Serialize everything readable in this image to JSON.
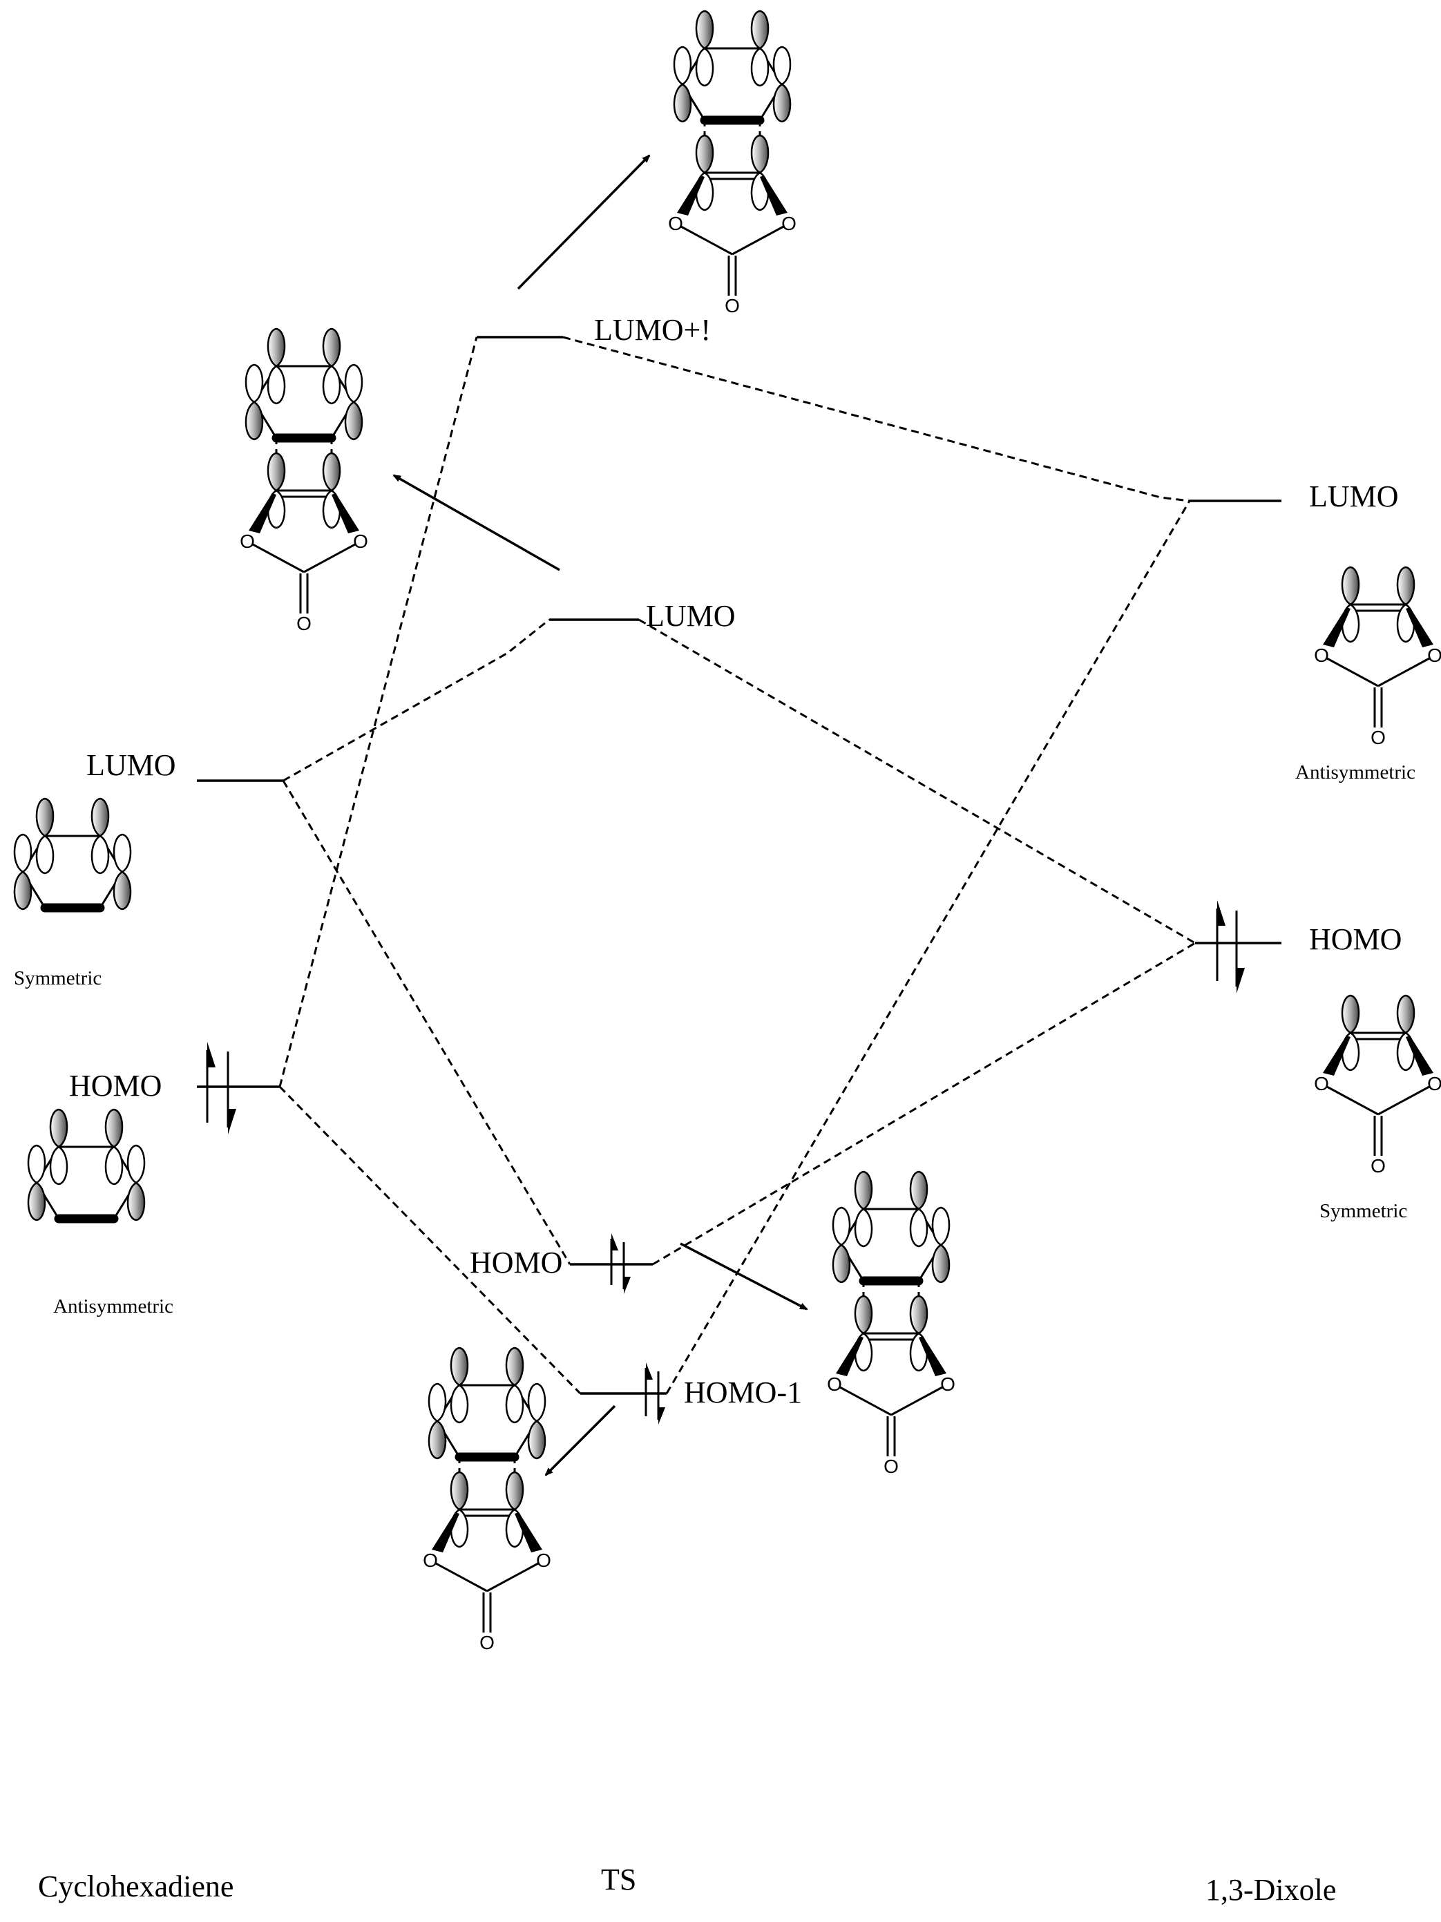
{
  "left": {
    "column_label": "Cyclohexadiene",
    "lumo_label": "LUMO",
    "lumo_symmetry": "Symmetric",
    "homo_label": "HOMO",
    "homo_symmetry": "Antisymmetric"
  },
  "ts": {
    "column_label": "TS",
    "lumo_plus_label": "LUMO+!",
    "lumo_label": "LUMO",
    "homo_label": "HOMO",
    "homo_minus_label": "HOMO-1"
  },
  "right": {
    "column_label": "1,3-Dixole",
    "lumo_label": "LUMO",
    "lumo_symmetry": "Antisymmetric",
    "homo_label": "HOMO",
    "homo_symmetry": "Symmetric"
  },
  "atoms": {
    "oxygen": "O"
  },
  "colors": {
    "lines": "#000000",
    "orbital_shading": "#888888",
    "background": "#ffffff"
  }
}
